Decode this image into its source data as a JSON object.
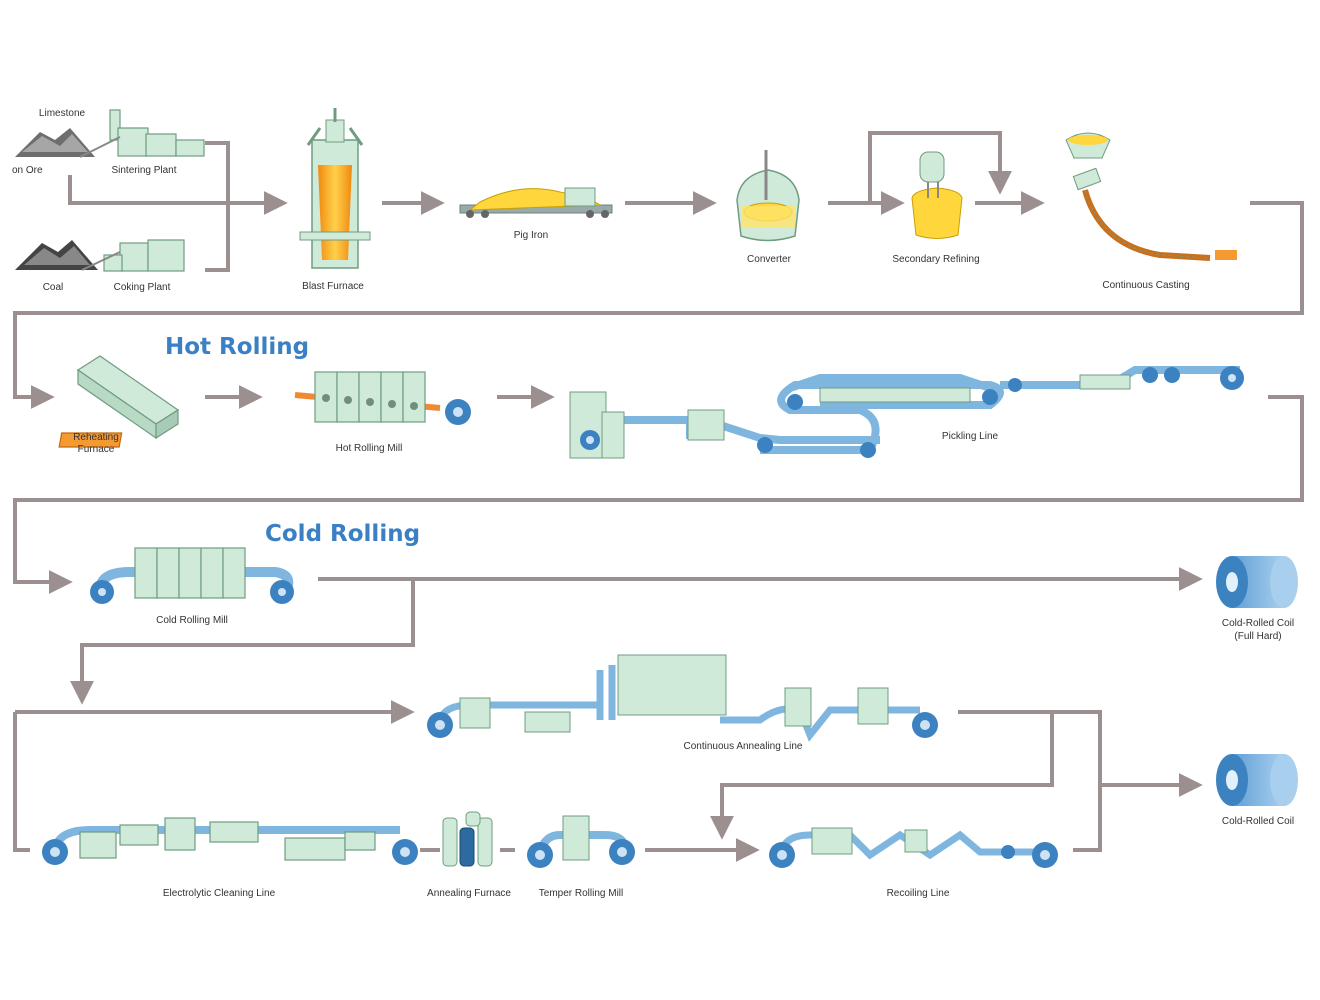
{
  "sections": {
    "hot_rolling": "Hot Rolling",
    "cold_rolling": "Cold Rolling"
  },
  "labels": {
    "limestone": "Limestone",
    "iron_ore": "on Ore",
    "sintering_plant": "Sintering Plant",
    "coal": "Coal",
    "coking_plant": "Coking Plant",
    "blast_furnace": "Blast Furnace",
    "pig_iron": "Pig Iron",
    "converter": "Converter",
    "secondary_refining": "Secondary Refining",
    "continuous_casting": "Continuous Casting",
    "reheating_furnace_1": "Reheating",
    "reheating_furnace_2": "Furnace",
    "hot_rolling_mill": "Hot Rolling Mill",
    "pickling_line": "Pickling Line",
    "cold_rolling_mill": "Cold Rolling Mill",
    "cold_rolled_coil_full_hard_1": "Cold-Rolled Coil",
    "cold_rolled_coil_full_hard_2": "(Full Hard)",
    "continuous_annealing_line": "Continuous Annealing Line",
    "cold_rolled_coil": "Cold-Rolled Coil",
    "electrolytic_cleaning_line": "Electrolytic Cleaning Line",
    "annealing_furnace": "Annealing Furnace",
    "temper_rolling_mill": "Temper Rolling Mill",
    "recoiling_line": "Recoiling Line"
  },
  "colors": {
    "flow_line": "#9b8f8f",
    "equipment_fill": "#cfead8",
    "equipment_stroke": "#6f9c80",
    "strip": "#7fb6e0",
    "roll": "#3d82c0",
    "molten": "#f4a21c",
    "section_title": "#3b7fc4"
  }
}
